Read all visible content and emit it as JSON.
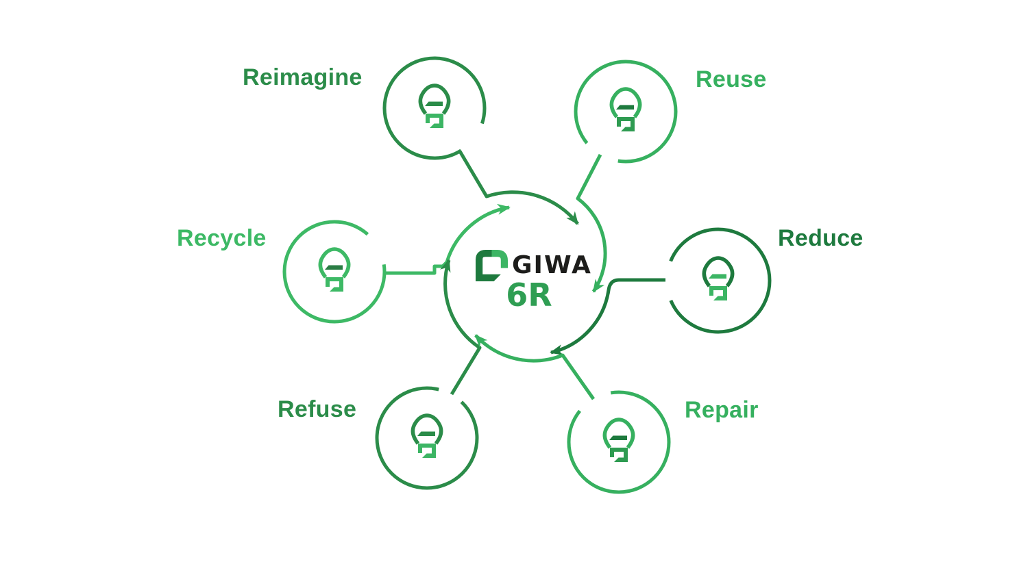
{
  "title": "GIWA 6R cycle diagram",
  "center": {
    "brand": "GIWA",
    "label": "6R",
    "brand_color": "#1d1d1b",
    "label_color": "#2f9e53",
    "icon": "giwa-leaf-logo"
  },
  "cycle": {
    "icon": "recycle-cycle-arrows",
    "direction": "clockwise",
    "arrow_count": 6
  },
  "nodes": [
    {
      "id": "reimagine",
      "label": "Reimagine",
      "color": "#2b8c49",
      "accent": "#3cb564",
      "icon": "lightbulb-icon"
    },
    {
      "id": "reuse",
      "label": "Reuse",
      "color": "#36b05f",
      "accent": "#1e7a3e",
      "icon": "lightbulb-icon"
    },
    {
      "id": "recycle",
      "label": "Recycle",
      "color": "#3db965",
      "accent": "#1e7a3e",
      "icon": "lightbulb-icon"
    },
    {
      "id": "reduce",
      "label": "Reduce",
      "color": "#1e7a3e",
      "accent": "#3cb564",
      "icon": "lightbulb-icon"
    },
    {
      "id": "refuse",
      "label": "Refuse",
      "color": "#2b8c49",
      "accent": "#3cb564",
      "icon": "lightbulb-icon"
    },
    {
      "id": "repair",
      "label": "Repair",
      "color": "#36b05f",
      "accent": "#1e7a3e",
      "icon": "lightbulb-icon"
    }
  ],
  "colors": {
    "green_bright": "#3db965",
    "green_light": "#36b05f",
    "green_mid": "#2b8c49",
    "green_dark": "#1e7a3e",
    "background": "#ffffff"
  }
}
